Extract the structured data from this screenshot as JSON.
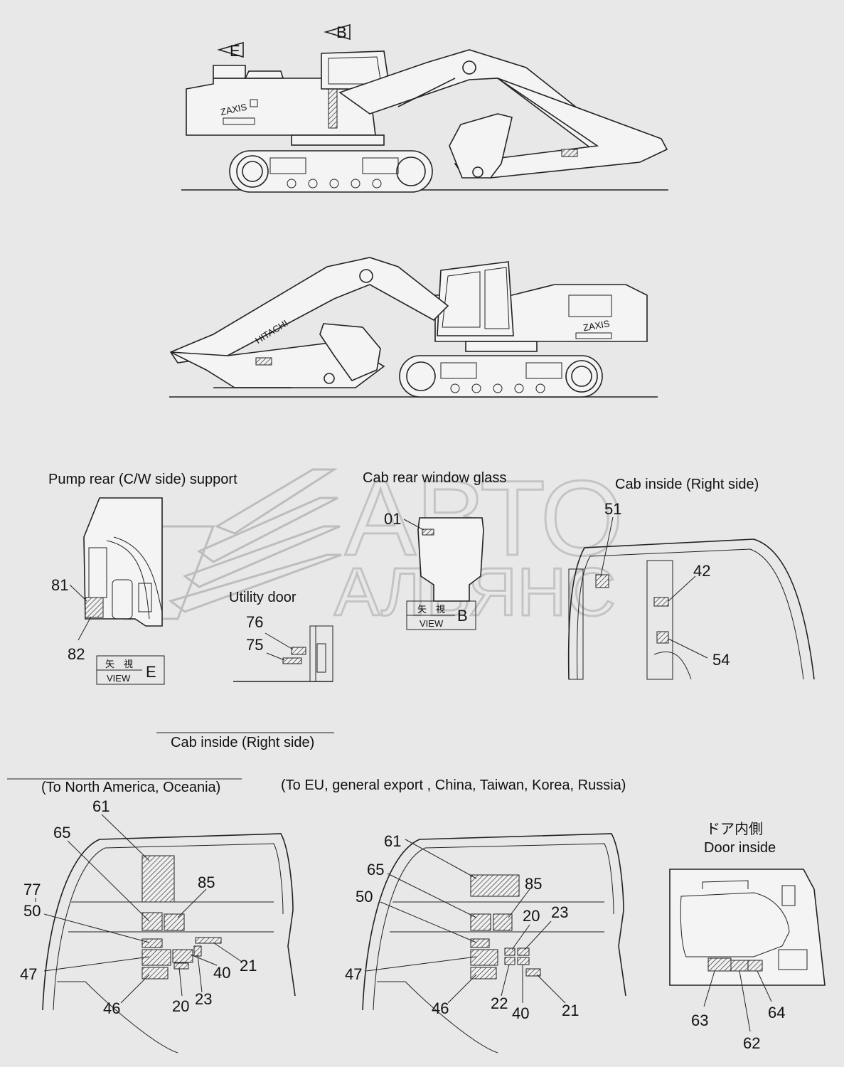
{
  "views": {
    "left_view_mark": "E",
    "rear_view_mark": "B"
  },
  "logos": {
    "zaxis_top": "ZAXIS",
    "zaxis_bottom": "ZAXIS",
    "hitachi": "HITACHI"
  },
  "watermark": {
    "line1": "АВТО",
    "line2": "АЛЬЯНС"
  },
  "headings": {
    "pump_rear": "Pump rear (C/W side) support",
    "cab_rear_window": "Cab rear window glass",
    "cab_inside_right_top": "Cab inside (Right side)",
    "utility_door": "Utility door",
    "cab_inside_right_mid": "Cab  inside (Right side)",
    "north_america": "(To North America, Oceania)",
    "eu_export": "(To EU, general export , China, Taiwan, Korea, Russia)",
    "door_inside_jp": "ドア内側",
    "door_inside": "Door  inside"
  },
  "view_boxes": {
    "e": {
      "kanji": "矢　視",
      "word": "VIEW",
      "letter": "E"
    },
    "b": {
      "kanji": "矢　視",
      "word": "VIEW",
      "letter": "B"
    }
  },
  "labels": {
    "pump": [
      "81",
      "82"
    ],
    "window": [
      "01"
    ],
    "utility": [
      "76",
      "75"
    ],
    "cab_top": [
      "51",
      "42",
      "54"
    ],
    "na": [
      "61",
      "65",
      "77",
      "50",
      "85",
      "47",
      "21",
      "40",
      "46",
      "20",
      "23"
    ],
    "eu": [
      "61",
      "65",
      "85",
      "50",
      "20",
      "23",
      "47",
      "46",
      "22",
      "40",
      "21"
    ],
    "door": [
      "63",
      "62",
      "64"
    ]
  }
}
